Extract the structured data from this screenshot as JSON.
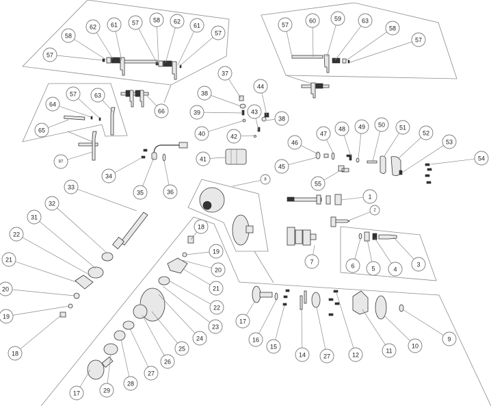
{
  "diagram": {
    "type": "exploded-parts-diagram",
    "callouts": [
      "58",
      "62",
      "61",
      "57",
      "58",
      "62",
      "61",
      "57",
      "57",
      "57",
      "60",
      "59",
      "63",
      "58",
      "57",
      "57",
      "63",
      "64",
      "65",
      "87",
      "66",
      "37",
      "38",
      "39",
      "40",
      "42",
      "41",
      "43",
      "44",
      "38",
      "34",
      "35",
      "36",
      "46",
      "47",
      "48",
      "49",
      "50",
      "51",
      "52",
      "53",
      "54",
      "45",
      "55",
      "8",
      "1",
      "2",
      "33",
      "32",
      "31",
      "22",
      "21",
      "20",
      "19",
      "18",
      "18",
      "19",
      "20",
      "21",
      "22",
      "23",
      "24",
      "25",
      "26",
      "27",
      "28",
      "29",
      "17",
      "3",
      "4",
      "5",
      "6",
      "7",
      "17",
      "16",
      "15",
      "14",
      "27",
      "12",
      "11",
      "10",
      "9"
    ]
  }
}
